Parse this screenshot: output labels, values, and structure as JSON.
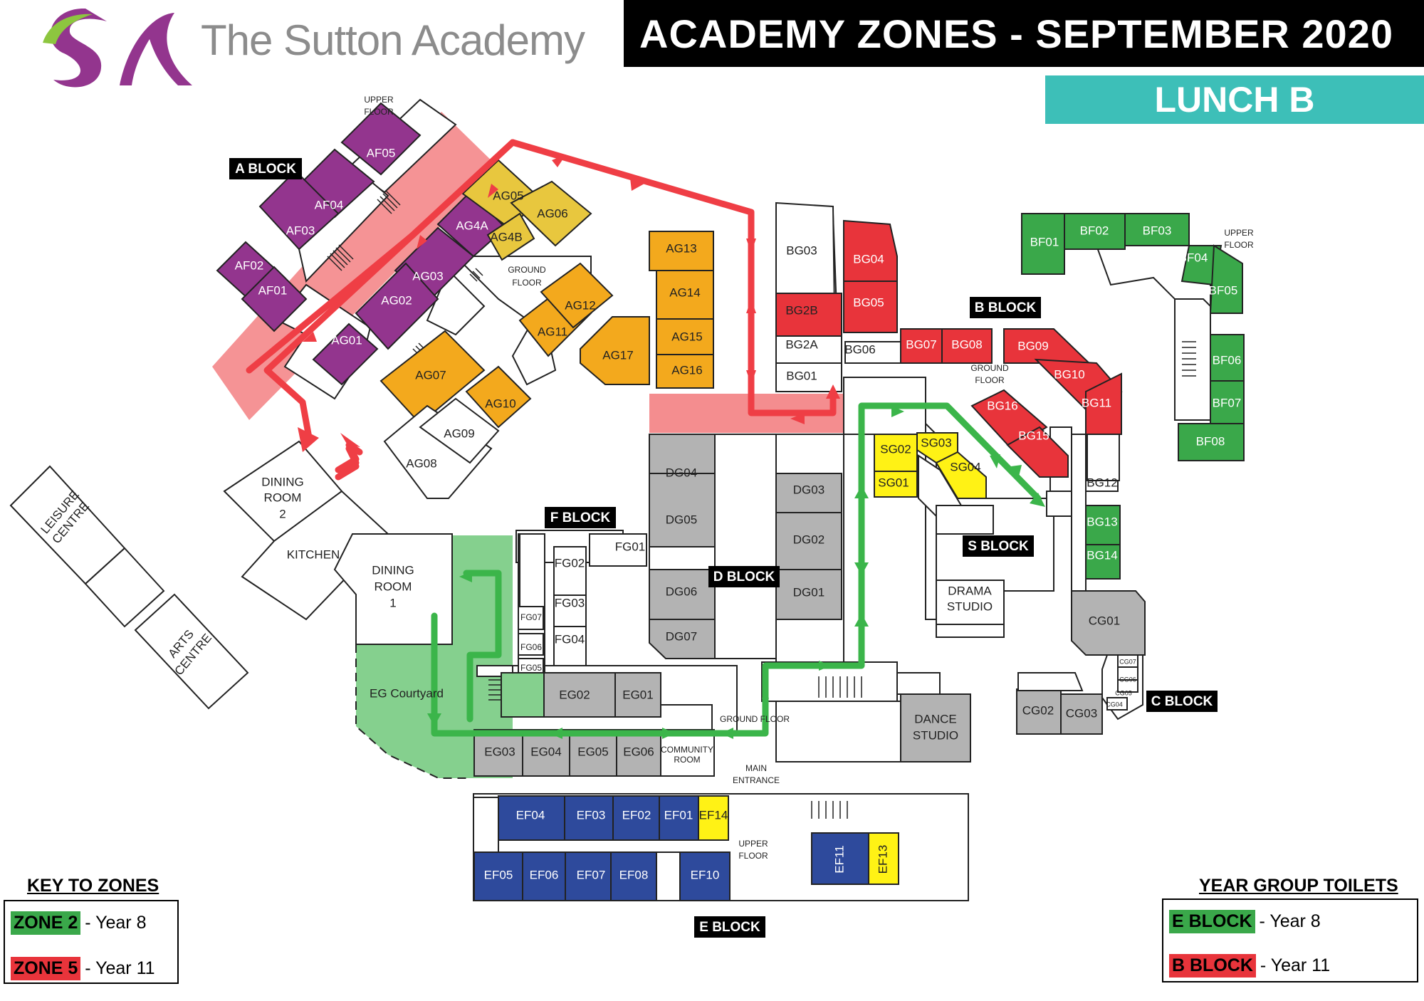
{
  "header": {
    "logo_text": "The Sutton Academy",
    "title": "ACADEMY ZONES - SEPTEMBER 2020",
    "subtitle": "LUNCH B"
  },
  "colors": {
    "purple": "#93358e",
    "yellow_gold": "#e8c73e",
    "orange": "#f3a91d",
    "red": "#e8343b",
    "grey": "#b3b3b3",
    "green": "#3aa84a",
    "blue": "#2e4a9c",
    "bright_yellow": "#fff215",
    "teal": "#3dbfb8",
    "route_red": "#ef3e45",
    "route_green": "#3bb54a"
  },
  "blocks": {
    "a": "A BLOCK",
    "b": "B BLOCK",
    "c": "C BLOCK",
    "d": "D BLOCK",
    "e": "E BLOCK",
    "f": "F BLOCK",
    "s": "S BLOCK"
  },
  "floor_labels": {
    "a_upper_1": "UPPER",
    "a_upper_2": "FLOOR",
    "a_ground_1": "GROUND",
    "a_ground_2": "FLOOR",
    "b_ground_1": "GROUND",
    "b_ground_2": "FLOOR",
    "b_upper_1": "UPPER",
    "b_upper_2": "FLOOR",
    "e_upper_1": "UPPER",
    "e_upper_2": "FLOOR",
    "e_ground": "GROUND FLOOR"
  },
  "areas": {
    "dining2_1": "DINING",
    "dining2_2": "ROOM",
    "dining2_3": "2",
    "kitchen": "KITCHEN",
    "dining1_1": "DINING",
    "dining1_2": "ROOM",
    "dining1_3": "1",
    "eg_courtyard": "EG Courtyard",
    "leisure_1": "LEISURE",
    "leisure_2": "CENTRE",
    "arts_1": "ARTS",
    "arts_2": "CENTRE",
    "drama_1": "DRAMA",
    "drama_2": "STUDIO",
    "dance_1": "DANCE",
    "dance_2": "STUDIO",
    "community_1": "COMMUNITY",
    "community_2": "ROOM",
    "main_1": "MAIN",
    "main_2": "ENTRANCE"
  },
  "rooms": {
    "AF01": "AF01",
    "AF02": "AF02",
    "AF03": "AF03",
    "AF04": "AF04",
    "AF05": "AF05",
    "AG01": "AG01",
    "AG02": "AG02",
    "AG03": "AG03",
    "AG4A": "AG4A",
    "AG4B": "AG4B",
    "AG05": "AG05",
    "AG06": "AG06",
    "AG07": "AG07",
    "AG08": "AG08",
    "AG09": "AG09",
    "AG10": "AG10",
    "AG11": "AG11",
    "AG12": "AG12",
    "AG13": "AG13",
    "AG14": "AG14",
    "AG15": "AG15",
    "AG16": "AG16",
    "AG17": "AG17",
    "BG01": "BG01",
    "BG2A": "BG2A",
    "BG2B": "BG2B",
    "BG03": "BG03",
    "BG04": "BG04",
    "BG05": "BG05",
    "BG06": "BG06",
    "BG07": "BG07",
    "BG08": "BG08",
    "BG09": "BG09",
    "BG10": "BG10",
    "BG11": "BG11",
    "BG12": "BG12",
    "BG13": "BG13",
    "BG14": "BG14",
    "BG15": "BG15",
    "BG16": "BG16",
    "BF01": "BF01",
    "BF02": "BF02",
    "BF03": "BF03",
    "BF04": "BF04",
    "BF05": "BF05",
    "BF06": "BF06",
    "BF07": "BF07",
    "BF08": "BF08",
    "SG01": "SG01",
    "SG02": "SG02",
    "SG03": "SG03",
    "SG04": "SG04",
    "DG01": "DG01",
    "DG02": "DG02",
    "DG03": "DG03",
    "DG04": "DG04",
    "DG05": "DG05",
    "DG06": "DG06",
    "DG07": "DG07",
    "FG01": "FG01",
    "FG02": "FG02",
    "FG03": "FG03",
    "FG04": "FG04",
    "FG05": "FG05",
    "FG06": "FG06",
    "FG07": "FG07",
    "CG01": "CG01",
    "CG02": "CG02",
    "CG03": "CG03",
    "CG04": "CG04",
    "CG05": "CG05",
    "CG06": "CG06",
    "CG07": "CG07",
    "EG01": "EG01",
    "EG02": "EG02",
    "EG03": "EG03",
    "EG04": "EG04",
    "EG05": "EG05",
    "EG06": "EG06",
    "EF01": "EF01",
    "EF02": "EF02",
    "EF03": "EF03",
    "EF04": "EF04",
    "EF05": "EF05",
    "EF06": "EF06",
    "EF07": "EF07",
    "EF08": "EF08",
    "EF10": "EF10",
    "EF11": "EF11",
    "EF13": "EF13",
    "EF14": "EF14"
  },
  "key_zones": {
    "title": "KEY TO ZONES",
    "z2_label": "ZONE 2",
    "z2_desc": "- Year 8",
    "z2_color": "#3aa84a",
    "z5_label": "ZONE 5",
    "z5_desc": "- Year 11",
    "z5_color": "#e8343b"
  },
  "key_toilets": {
    "title": "YEAR GROUP TOILETS",
    "e_label": "E BLOCK",
    "e_desc": "- Year 8",
    "e_color": "#3aa84a",
    "b_label": "B BLOCK",
    "b_desc": "- Year 11",
    "b_color": "#e8343b"
  }
}
